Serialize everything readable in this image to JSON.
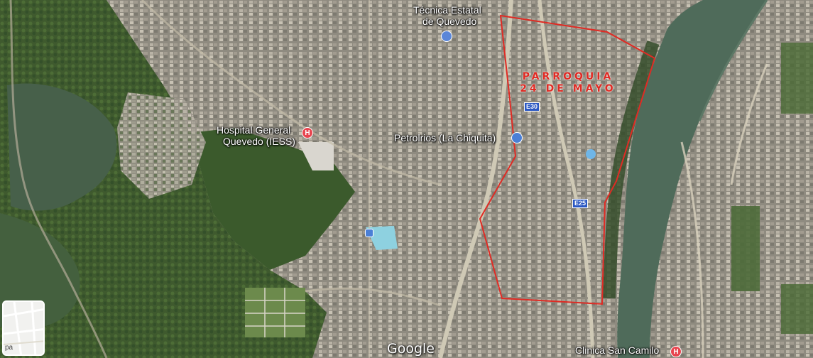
{
  "map": {
    "labels": {
      "universidad_line1": "Técnica Estatal",
      "universidad_line2": "de Quevedo",
      "hospital_line1": "Hospital General",
      "hospital_line2": "Quevedo (IESS)",
      "petrolrios": "Petrolrios (La Chiquita)",
      "clinica": "Clinica San Camilo"
    },
    "parroquia": {
      "line1": "PARROQUIA",
      "line2": "24 DE MAYO"
    },
    "road_shields": {
      "e30": "E30",
      "e25": "E25"
    },
    "poi_glyph_hospital": "H",
    "attribution": "Google",
    "minimap_label": "pa",
    "colors": {
      "boundary": "#e02b24",
      "river": "#4f6b5a",
      "hospital_poi": "#e8454f",
      "shield": "#2a57c2"
    },
    "icons": {
      "hospital": "hospital-pin-icon",
      "clinic": "clinic-pin-icon",
      "gas_station": "gas-station-icon",
      "university": "university-icon",
      "bus": "bus-stop-icon"
    }
  }
}
